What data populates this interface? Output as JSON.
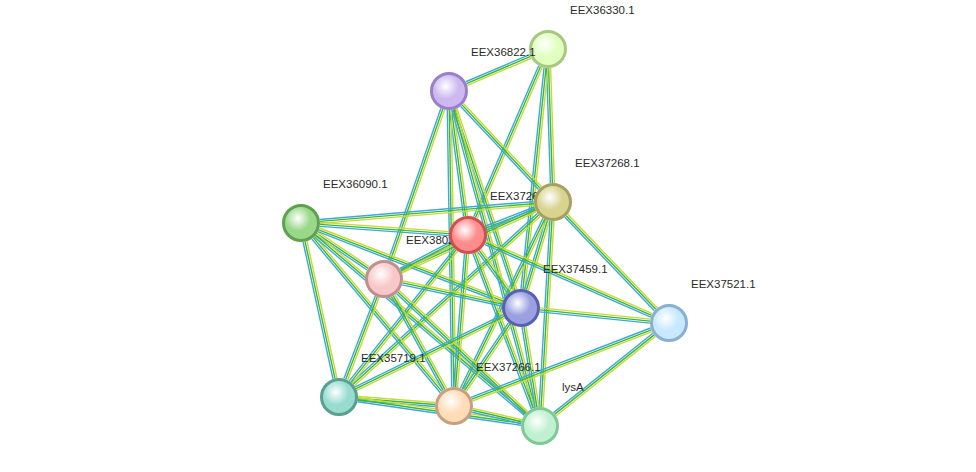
{
  "diagram": {
    "nodes": [
      {
        "text": [
          "EEX36330.1"
        ]
      },
      {
        "text": [
          "EEX36822.1"
        ]
      },
      {
        "text": [
          "EEX37268.1"
        ]
      },
      {
        "text": [
          "EEX36090.1"
        ]
      },
      {
        "text": [
          "EEX3726"
        ]
      },
      {
        "text": [
          "EEX38028.1"
        ]
      },
      {
        "text": [
          "EEX37459.1"
        ]
      },
      {
        "text": [
          "EEX37521.1"
        ]
      },
      {
        "text": [
          "EEX35719.1"
        ]
      },
      {
        "text": [
          "EEX37266.1"
        ]
      },
      {
        "text": [
          "lysA"
        ]
      }
    ],
    "edges": [
      {
        "from": 0,
        "to": 1,
        "arrow": "none"
      },
      {
        "from": 0,
        "to": 2,
        "arrow": "none"
      },
      {
        "from": 0,
        "to": 4,
        "arrow": "none"
      },
      {
        "from": 0,
        "to": 6,
        "arrow": "none"
      },
      {
        "from": 1,
        "to": 2,
        "arrow": "none"
      },
      {
        "from": 1,
        "to": 4,
        "arrow": "none"
      },
      {
        "from": 1,
        "to": 5,
        "arrow": "none"
      },
      {
        "from": 1,
        "to": 6,
        "arrow": "none"
      },
      {
        "from": 1,
        "to": 9,
        "arrow": "none"
      },
      {
        "from": 1,
        "to": 10,
        "arrow": "none"
      },
      {
        "from": 2,
        "to": 4,
        "arrow": "none"
      },
      {
        "from": 2,
        "to": 3,
        "arrow": "none"
      },
      {
        "from": 2,
        "to": 5,
        "arrow": "none"
      },
      {
        "from": 2,
        "to": 6,
        "arrow": "none"
      },
      {
        "from": 2,
        "to": 7,
        "arrow": "none"
      },
      {
        "from": 2,
        "to": 9,
        "arrow": "none"
      },
      {
        "from": 2,
        "to": 10,
        "arrow": "none"
      },
      {
        "from": 2,
        "to": 8,
        "arrow": "none"
      },
      {
        "from": 3,
        "to": 4,
        "arrow": "none"
      },
      {
        "from": 3,
        "to": 5,
        "arrow": "none"
      },
      {
        "from": 3,
        "to": 6,
        "arrow": "none"
      },
      {
        "from": 3,
        "to": 8,
        "arrow": "none"
      },
      {
        "from": 3,
        "to": 9,
        "arrow": "none"
      },
      {
        "from": 3,
        "to": 10,
        "arrow": "none"
      },
      {
        "from": 4,
        "to": 5,
        "arrow": "none"
      },
      {
        "from": 4,
        "to": 6,
        "arrow": "none"
      },
      {
        "from": 4,
        "to": 7,
        "arrow": "none"
      },
      {
        "from": 4,
        "to": 8,
        "arrow": "none"
      },
      {
        "from": 4,
        "to": 9,
        "arrow": "none"
      },
      {
        "from": 4,
        "to": 10,
        "arrow": "none"
      },
      {
        "from": 5,
        "to": 6,
        "arrow": "none"
      },
      {
        "from": 5,
        "to": 8,
        "arrow": "none"
      },
      {
        "from": 5,
        "to": 9,
        "arrow": "none"
      },
      {
        "from": 5,
        "to": 10,
        "arrow": "none"
      },
      {
        "from": 6,
        "to": 7,
        "arrow": "none"
      },
      {
        "from": 6,
        "to": 8,
        "arrow": "none"
      },
      {
        "from": 6,
        "to": 9,
        "arrow": "none"
      },
      {
        "from": 6,
        "to": 10,
        "arrow": "none"
      },
      {
        "from": 7,
        "to": 9,
        "arrow": "none"
      },
      {
        "from": 7,
        "to": 10,
        "arrow": "none"
      },
      {
        "from": 8,
        "to": 9,
        "arrow": "none"
      },
      {
        "from": 8,
        "to": 10,
        "arrow": "none"
      },
      {
        "from": 9,
        "to": 10,
        "arrow": "none"
      }
    ]
  }
}
